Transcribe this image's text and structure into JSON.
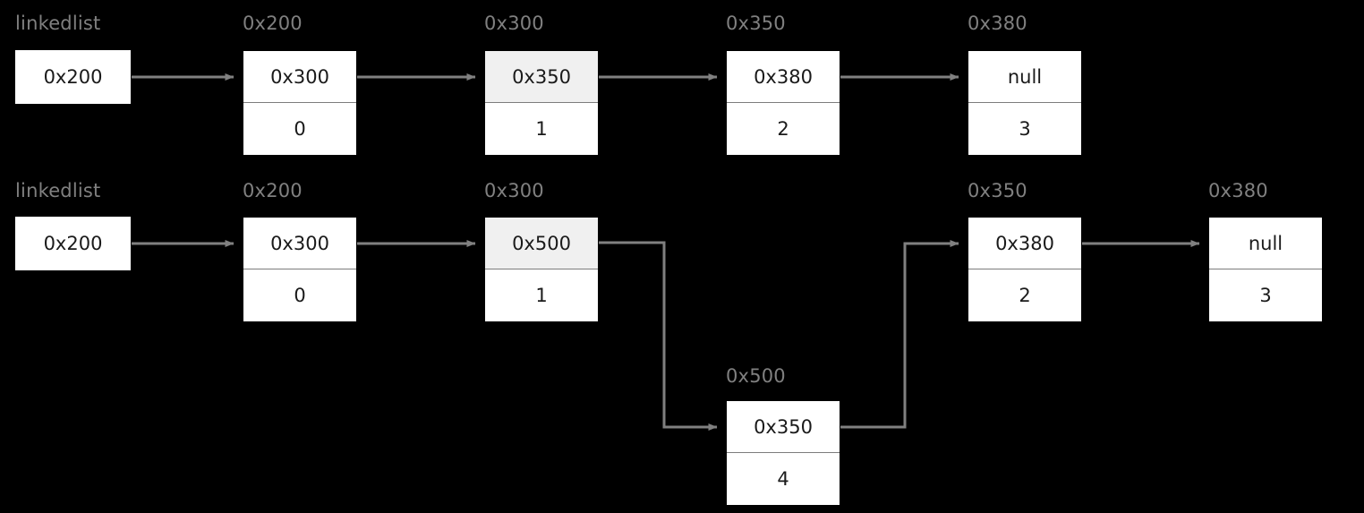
{
  "diagram": {
    "title": "linked-list-insertion-diagram",
    "colors": {
      "background": "#000000",
      "node_fill": "#ffffff",
      "node_highlight_fill": "#f0f0f0",
      "label_text": "#808080",
      "node_text": "#1a1a1a",
      "arrow": "#808080",
      "divider": "#7d7d7d"
    }
  },
  "rows": {
    "before": {
      "head": {
        "label": "linkedlist",
        "value": "0x200"
      },
      "nodes": [
        {
          "label": "0x200",
          "pointer": "0x300",
          "value": "0",
          "highlighted": false
        },
        {
          "label": "0x300",
          "pointer": "0x350",
          "value": "1",
          "highlighted": true
        },
        {
          "label": "0x350",
          "pointer": "0x380",
          "value": "2",
          "highlighted": false
        },
        {
          "label": "0x380",
          "pointer": "null",
          "value": "3",
          "highlighted": false
        }
      ]
    },
    "after": {
      "head": {
        "label": "linkedlist",
        "value": "0x200"
      },
      "nodes": [
        {
          "label": "0x200",
          "pointer": "0x300",
          "value": "0",
          "highlighted": false
        },
        {
          "label": "0x300",
          "pointer": "0x500",
          "value": "1",
          "highlighted": true
        },
        {
          "label": "0x350",
          "pointer": "0x380",
          "value": "2",
          "highlighted": false
        },
        {
          "label": "0x380",
          "pointer": "null",
          "value": "3",
          "highlighted": false
        }
      ],
      "inserted_node": {
        "label": "0x500",
        "pointer": "0x350",
        "value": "4",
        "highlighted": false
      }
    }
  }
}
